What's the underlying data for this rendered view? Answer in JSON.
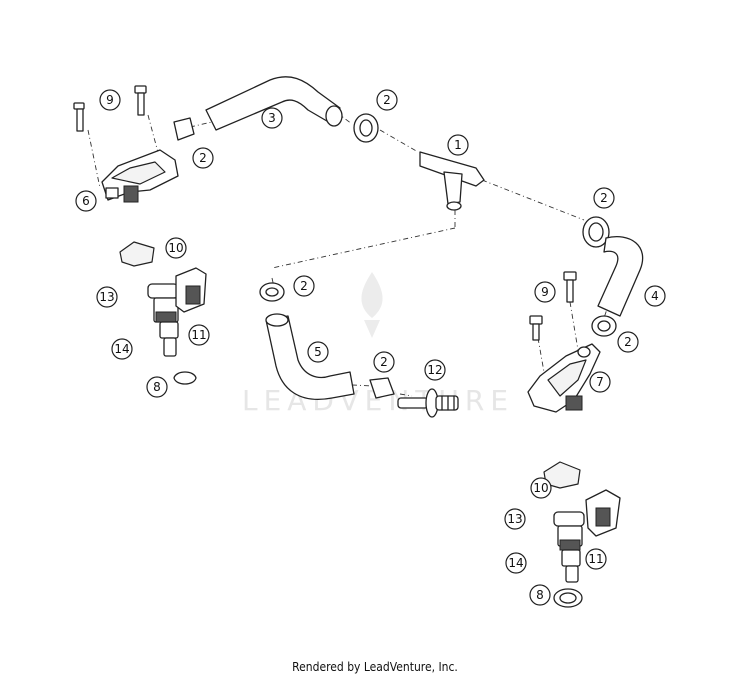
{
  "watermark": {
    "text": "LEADVENTURE"
  },
  "footer": {
    "text": "Rendered by LeadVenture, Inc."
  },
  "callouts": [
    {
      "label": "1"
    },
    {
      "label": "2"
    },
    {
      "label": "2"
    },
    {
      "label": "2"
    },
    {
      "label": "2"
    },
    {
      "label": "2"
    },
    {
      "label": "2"
    },
    {
      "label": "3"
    },
    {
      "label": "4"
    },
    {
      "label": "5"
    },
    {
      "label": "6"
    },
    {
      "label": "7"
    },
    {
      "label": "8"
    },
    {
      "label": "8"
    },
    {
      "label": "9"
    },
    {
      "label": "9"
    },
    {
      "label": "10"
    },
    {
      "label": "10"
    },
    {
      "label": "11"
    },
    {
      "label": "11"
    },
    {
      "label": "12"
    },
    {
      "label": "13"
    },
    {
      "label": "13"
    },
    {
      "label": "14"
    },
    {
      "label": "14"
    }
  ]
}
